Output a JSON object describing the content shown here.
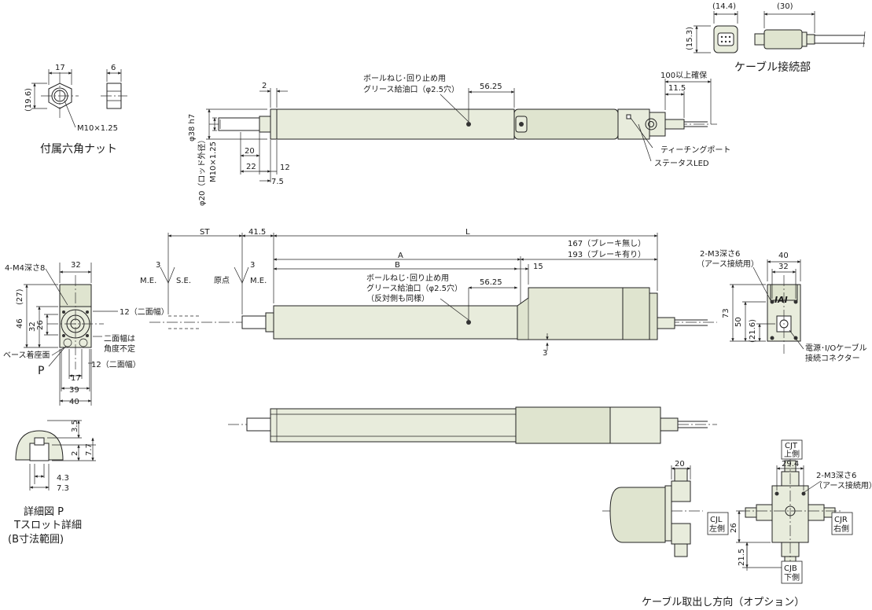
{
  "top_right": {
    "dim_14_4": "(14.4)",
    "dim_30": "(30)",
    "dim_15_3": "(15.3)",
    "caption": "ケーブル接続部"
  },
  "nut": {
    "dim_17": "17",
    "dim_6": "6",
    "dim_19_6": "(19.6)",
    "thread": "M10×1.25",
    "caption": "付属六角ナット"
  },
  "top_view": {
    "dim_2": "2",
    "dim_56_25": "56.25",
    "grease_1": "ボールねじ･回り止め用",
    "grease_2": "グリース給油口（φ2.5穴）",
    "dim_100": "100以上確保",
    "dim_11_5": "11.5",
    "phi38": "φ38 h7",
    "rod_dia": "φ20（ロッド外径）",
    "thread": "M10×1.25",
    "dim_20": "20",
    "dim_22": "22",
    "dim_12": "12",
    "dim_7_5": "7.5",
    "teaching_port": "ティーチングポート",
    "status_led": "ステータスLED"
  },
  "side_view": {
    "st": "ST",
    "dim_41_5": "41.5",
    "L": "L",
    "l_no_brake": "167（ブレーキ無し）",
    "l_brake": "193（ブレーキ有り）",
    "A": "A",
    "B": "B",
    "dim_15": "15",
    "dim_3a": "3",
    "dim_3b": "3",
    "me1": "M.E.",
    "se": "S.E.",
    "origin": "原点",
    "me2": "M.E.",
    "grease_1": "ボールねじ･回り止め用",
    "grease_2": "グリース給油口（φ2.5穴）",
    "grease_3": "（反対側も同様）",
    "dim_56_25": "56.25",
    "dim_3c": "3"
  },
  "end_view": {
    "m4": "4-M4深さ8",
    "dim_32": "32",
    "dim_27": "(27)",
    "dim_46": "46",
    "dim_32v": "32",
    "dim_26": "26",
    "dim_12a": "12（二面幅）",
    "two_face_1": "二面幅は",
    "two_face_2": "角度不定",
    "base": "ベース着座面",
    "P": "P",
    "dim_12b": "12（二面幅）",
    "dim_17": "17",
    "dim_39": "39",
    "dim_40": "40"
  },
  "tslot": {
    "dim_3_5": "3.5",
    "dim_7_7": "7.7",
    "dim_2": "2",
    "dim_4_3": "4.3",
    "dim_7_3": "7.3",
    "caption_1": "詳細図 P",
    "caption_2": "Tスロット詳細",
    "caption_3": "(B寸法範囲)"
  },
  "rear_view": {
    "m3": "2-M3深さ6",
    "m3_sub": "（アース接続用）",
    "dim_40": "40",
    "dim_32": "32",
    "dim_73": "73",
    "dim_50": "50",
    "dim_21_6": "(21.6)",
    "logo": "IAI",
    "connector_1": "電源･I/Oケーブル",
    "connector_2": "接続コネクター"
  },
  "option": {
    "dim_20": "20",
    "cjt_1": "CJT",
    "cjt_2": "上側",
    "dim_29_4": "29.4",
    "m3": "2-M3深さ6",
    "m3_sub": "（アース接続用）",
    "cjl_1": "CJL",
    "cjl_2": "左側",
    "cjr_1": "CJR",
    "cjr_2": "右側",
    "dim_26": "26",
    "dim_21_5": "21.5",
    "cjb_1": "CJB",
    "cjb_2": "下側",
    "caption": "ケーブル取出し方向（オプション）"
  }
}
